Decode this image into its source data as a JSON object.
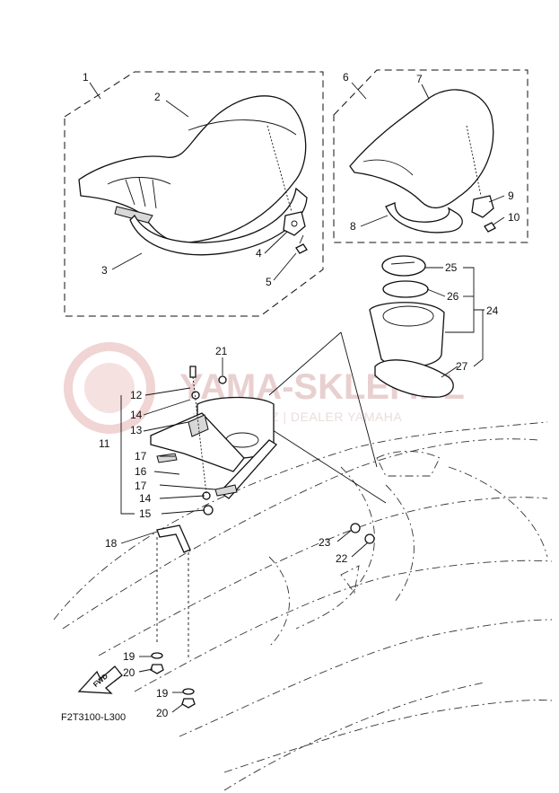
{
  "diagram_code": "F2T3100-L300",
  "fwd_label": "FWD",
  "watermark": {
    "title": "YAMA-SKLEP.PL",
    "subtitle": "WOLNIEWICZ | DEALER YAMAHA"
  },
  "callouts": {
    "c1": "1",
    "c2": "2",
    "c3": "3",
    "c4": "4",
    "c5": "5",
    "c6": "6",
    "c7": "7",
    "c8": "8",
    "c9": "9",
    "c10": "10",
    "c11": "11",
    "c12": "12",
    "c13": "13",
    "c14a": "14",
    "c14b": "14",
    "c15": "15",
    "c16": "16",
    "c17a": "17",
    "c17b": "17",
    "c18": "18",
    "c19a": "19",
    "c19b": "19",
    "c20a": "20",
    "c20b": "20",
    "c21": "21",
    "c22": "22",
    "c23": "23",
    "c24": "24",
    "c25": "25",
    "c26": "26",
    "c27": "27"
  }
}
